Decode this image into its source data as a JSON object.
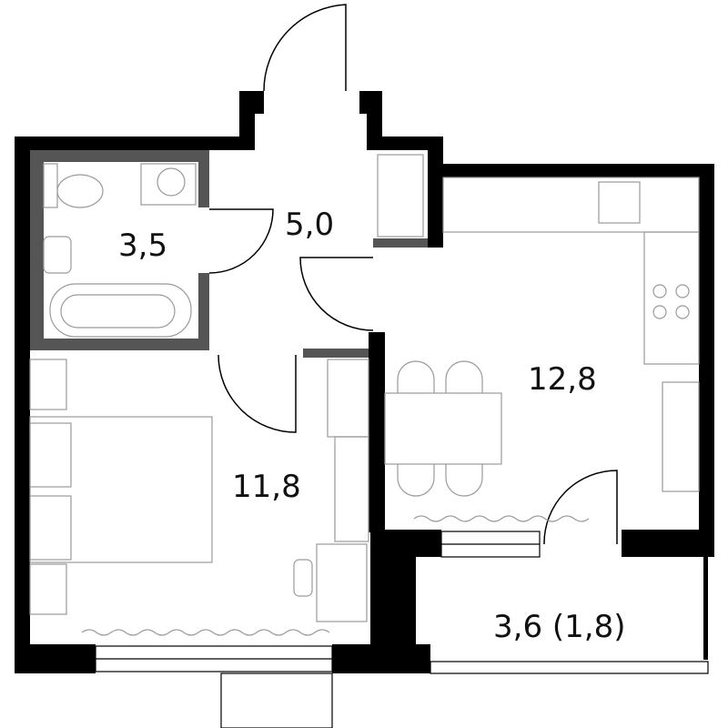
{
  "plan": {
    "rooms": [
      {
        "name": "bathroom",
        "area": "3,5"
      },
      {
        "name": "hallway",
        "area": "5,0"
      },
      {
        "name": "kitchen-living",
        "area": "12,8"
      },
      {
        "name": "bedroom",
        "area": "11,8"
      },
      {
        "name": "balcony",
        "area": "3,6 (1,8)"
      }
    ],
    "colors": {
      "wall": "#000000",
      "inner_wall": "#555555",
      "furniture": "#9a9a9a"
    }
  }
}
